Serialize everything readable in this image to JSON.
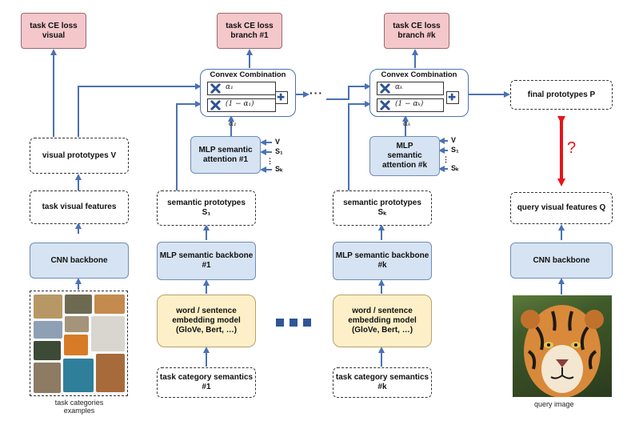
{
  "nodes": {
    "ce_visual": "task CE loss\nvisual",
    "ce_branch1": "task CE loss\nbranch #1",
    "ce_branchk": "task CE loss\nbranch #k",
    "visual_prototypes": "visual prototypes V",
    "task_visual_features": "task visual features",
    "cnn_backbone_left": "CNN backbone",
    "mlp_attention_1": "MLP semantic\nattention #1",
    "mlp_attention_k": "MLP\nsemantic\nattention #k",
    "semantic_prototypes_1_title": "semantic prototypes",
    "semantic_prototypes_1_sub": "S₁",
    "semantic_prototypes_k_title": "semantic prototypes",
    "semantic_prototypes_k_sub": "Sₖ",
    "mlp_backbone_1": "MLP semantic backbone\n#1",
    "mlp_backbone_k": "MLP semantic backbone\n#k",
    "embedding_1": "word / sentence\nembedding model\n(GloVe, Bert, …)",
    "embedding_k": "word / sentence\nembedding model\n(GloVe, Bert, …)",
    "task_semantics_1": "task category semantics\n#1",
    "task_semantics_k": "task category semantics\n#k",
    "final_prototypes": "final prototypes P",
    "query_visual_features": "query visual features Q",
    "cnn_backbone_right": "CNN backbone"
  },
  "convex": {
    "title": "Convex Combination",
    "branch1_top": "α₁",
    "branch1_bottom": "(1 − α₁)",
    "branchk_top": "αₖ",
    "branchk_bottom": "(1 − αₖ)",
    "alpha1_label": "α₁",
    "alphak_label": "αₖ"
  },
  "attention_inputs": {
    "v": "V",
    "s1": "S₁",
    "dots": "⋮",
    "sk": "Sₖ"
  },
  "captions": {
    "task_examples": "task categories\nexamples",
    "query_image": "query image"
  },
  "question_mark": "?",
  "ellipsis_top": "···",
  "colors": {
    "arrow": "#4a72b4",
    "red_arrow": "#e8141a",
    "pink": "#f4c7cb",
    "blue": "#d6e3f3",
    "yellow": "#fdf0c8",
    "square_dots": "#2f5597"
  }
}
